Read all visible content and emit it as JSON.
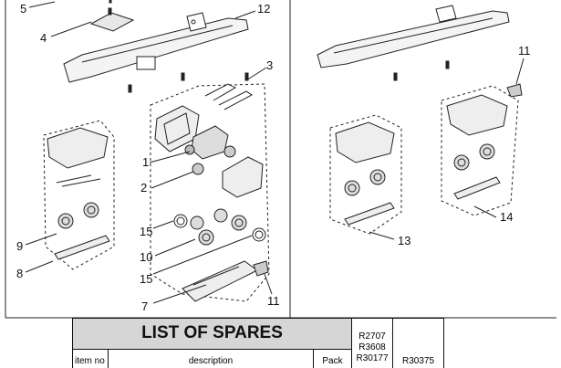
{
  "callouts": [
    "5",
    "4",
    "12",
    "3",
    "1",
    "2",
    "9",
    "8",
    "15",
    "10",
    "15",
    "7",
    "11",
    "11",
    "14",
    "13"
  ],
  "table": {
    "title": "LIST OF SPARES",
    "col_item": "item no",
    "col_description": "description",
    "col_pack": "Pack",
    "col_codes_a": [
      "R2707",
      "R3608",
      "R30177"
    ],
    "col_codes_b": "R30375"
  }
}
